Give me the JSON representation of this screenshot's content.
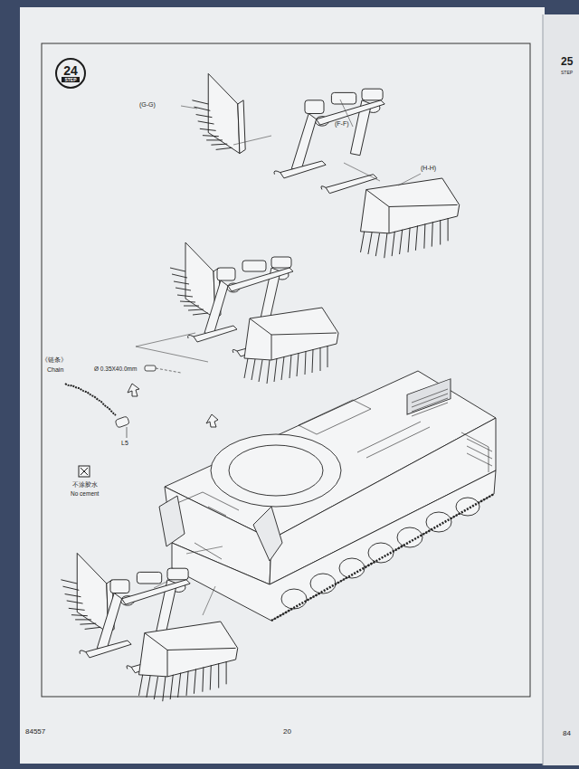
{
  "diagram": {
    "nodes": [
      {
        "text": [
          "24",
          "STEP"
        ]
      }
    ],
    "labels": [
      "(G-G)",
      "(F-F)",
      "(H-H)",
      "《链条》",
      "Chain",
      "Ø 0.35X40.0mm",
      "L5",
      "不涂胶水",
      "No cement",
      "84557",
      "20",
      "25",
      "STEP",
      "84"
    ]
  }
}
